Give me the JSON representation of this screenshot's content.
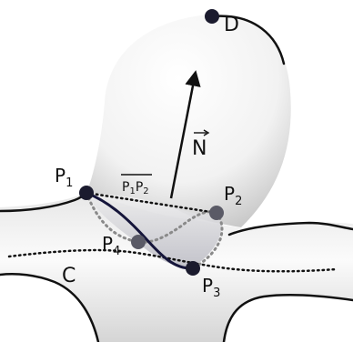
{
  "labels": {
    "d": "D",
    "normal": "N",
    "p1": "P",
    "p1_sub": "1",
    "p2": "P",
    "p2_sub": "2",
    "p3": "P",
    "p3_sub": "3",
    "p4": "P",
    "p4_sub": "4",
    "segment_main": "P",
    "segment_sub1": "1",
    "segment_main2": "P",
    "segment_sub2": "2",
    "curve": "C"
  },
  "colors": {
    "shape_fill": "#f6f6f6",
    "shape_shadow": "#cfcfcf",
    "outline": "#111111",
    "point_dark": "#1b1b2e",
    "point_gray": "#5a5a66",
    "dotted_gray": "#8a8a8a"
  }
}
